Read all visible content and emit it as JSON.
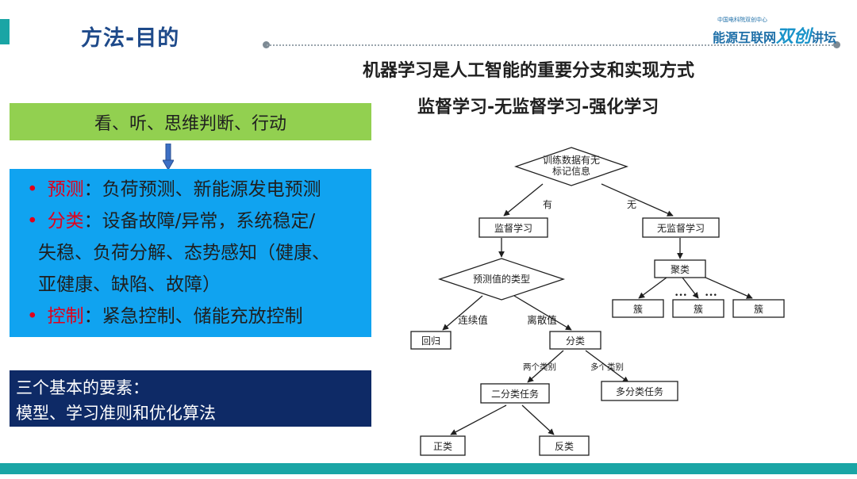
{
  "header": {
    "title": "方法-目的",
    "logo_small": "中国电科院双创中心",
    "logo_main": "能源互联网",
    "logo_script": "双创",
    "logo_tail": "讲坛"
  },
  "subtitles": [
    "机器学习是人工智能的重要分支和实现方式",
    "监督学习-无监督学习-强化学习"
  ],
  "left": {
    "green_text": "看、听、思维判断、行动",
    "bullets": [
      {
        "dot": "•",
        "key": "预测",
        "text": "：负荷预测、新能源发电预测"
      },
      {
        "dot": "•",
        "key": "分类",
        "text": "：设备故障/异常，系统稳定/"
      },
      {
        "dot": "",
        "key": "",
        "text": "失稳、负荷分解、态势感知（健康、"
      },
      {
        "dot": "",
        "key": "",
        "text": "亚健康、缺陷、故障）"
      },
      {
        "dot": "•",
        "key": "控制",
        "text": "：紧急控制、储能充放控制"
      }
    ],
    "navy_lines": [
      "三个基本的要素：",
      "模型、学习准则和优化算法"
    ]
  },
  "diagram": {
    "root": "训练数据有无\n标记信息",
    "edge_yes": "有",
    "edge_no": "无",
    "supervised": "监督学习",
    "unsupervised": "无监督学习",
    "pred_type": "预测值的类型",
    "edge_cont": "连续值",
    "edge_disc": "离散值",
    "regression": "回归",
    "classification": "分类",
    "edge_two": "两个类别",
    "edge_multi": "多个类别",
    "binary": "二分类任务",
    "multi": "多分类任务",
    "positive": "正类",
    "negative": "反类",
    "clustering": "聚类",
    "cluster": "簇",
    "ellipsis": "•••"
  },
  "colors": {
    "accent": "#1aa5a5",
    "title": "#1e4a8a",
    "green": "#92d050",
    "blue": "#10a3f0",
    "navy": "#0e2a66",
    "key_red": "#e0001b"
  }
}
